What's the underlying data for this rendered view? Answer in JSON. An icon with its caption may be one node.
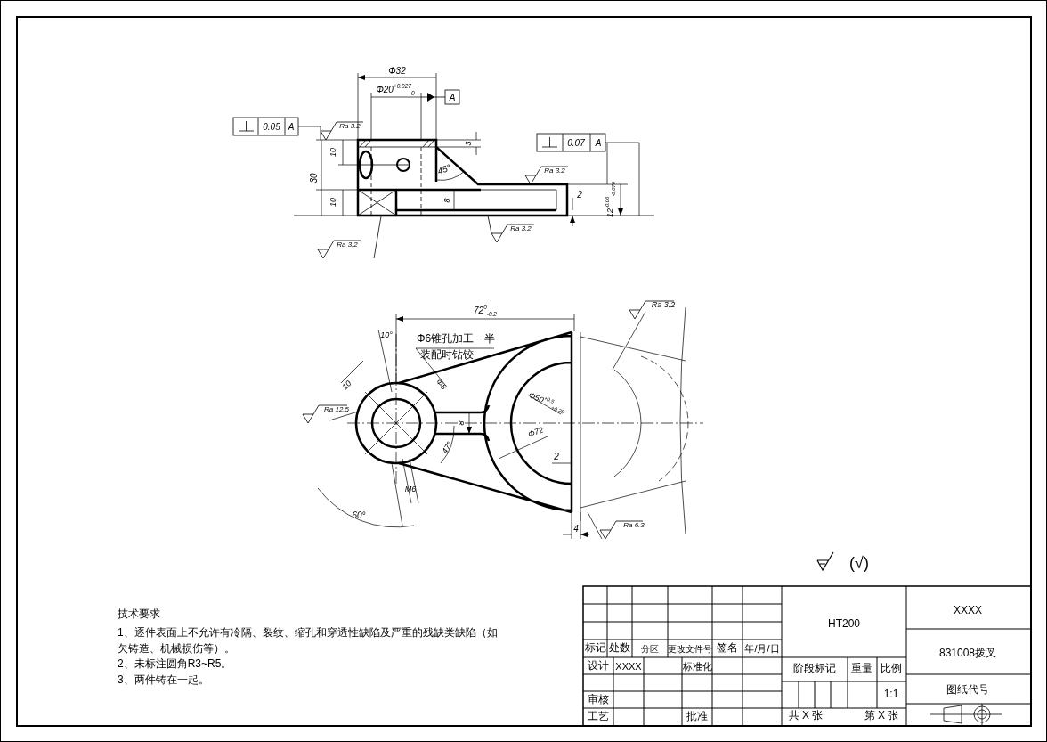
{
  "diagram": {
    "labels": [
      "Φ32",
      "Φ20$^{+0.027}$$_{0}$",
      "A",
      "0.05",
      "A",
      "Ra 3.2",
      "10",
      "30",
      "10",
      "3",
      "45°",
      "8",
      "0.07",
      "A",
      "Ra 3.2",
      "2",
      "12$^{-0.06}$$_{-0.076}$",
      "Ra 3.2",
      "Ra 3.2",
      "72$^{0}$$_{-0.2}$",
      "Ra 3.2",
      "10°",
      "Φ6锥孔加工一半",
      "装配时钻铰",
      "10",
      "Φ8",
      "Ra 12.5",
      "Φ50$^{+0.5}$$_{+0.25}$",
      "8",
      "47°",
      "Φ72",
      "2",
      "M6",
      "60°",
      "4",
      "Ra 6.3",
      "(√)",
      "技术要求",
      "1、逐件表面上不允许有冷隔、裂纹、缩孔和穿透性缺陷及严重的残缺类缺陷（如欠铸造、机械损伤等）。",
      "2、未标注圆角R3~R5。",
      "3、两件铸在一起。",
      "标记",
      "处数",
      "分区",
      "更改文件号",
      "签名",
      "年/月/日",
      "设计",
      "XXXX",
      "标准化",
      "审核",
      "工艺",
      "批准",
      "HT200",
      "阶段标记",
      "重量",
      "比例",
      "1:1",
      "共 X 张",
      "第 X 张",
      "XXXX",
      "831008拨叉",
      "图纸代号"
    ]
  }
}
